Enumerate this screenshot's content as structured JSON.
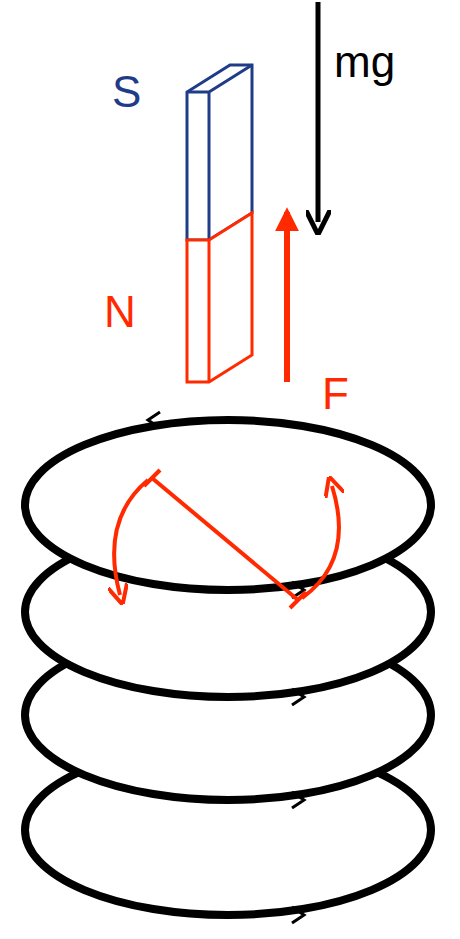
{
  "diagram": {
    "labels": [
      "S",
      "N",
      "mg",
      "F"
    ]
  }
}
